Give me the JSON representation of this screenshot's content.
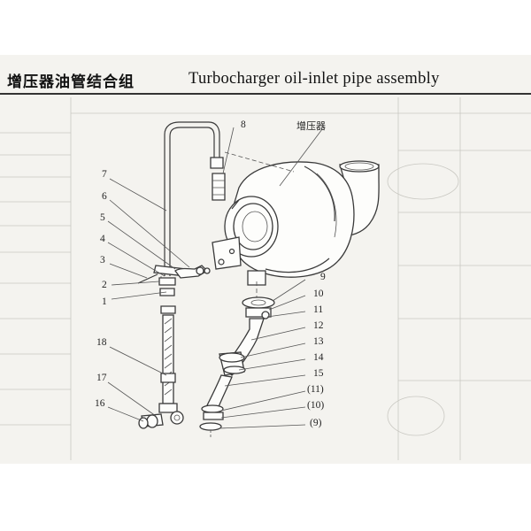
{
  "title": {
    "chinese": "增压器油管结合组",
    "english": "Turbocharger oil-inlet pipe assembly"
  },
  "turbocharger_label": "增压器",
  "callouts": {
    "c1": "1",
    "c2": "2",
    "c3": "3",
    "c4": "4",
    "c5": "5",
    "c6": "6",
    "c7": "7",
    "c8": "8",
    "c9": "9",
    "c10": "10",
    "c11": "11",
    "c12": "12",
    "c13": "13",
    "c14": "14",
    "c15": "15",
    "c16": "16",
    "c17": "17",
    "c18": "18",
    "c11b": "(11)",
    "c10b": "(10)",
    "c9b": "(9)"
  }
}
